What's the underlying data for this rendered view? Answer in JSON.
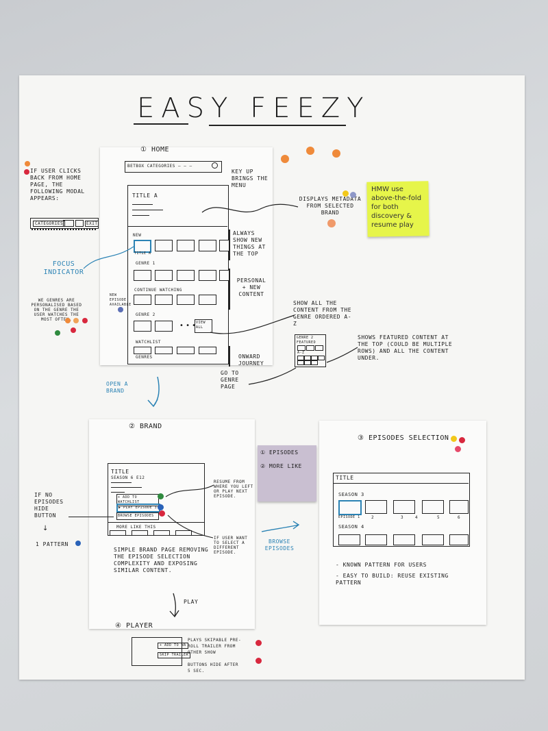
{
  "title": "EASY FEEZY",
  "home": {
    "heading": "① HOME",
    "search_bar": "BETBOX CATEGORIES — — —",
    "title_a": "TITLE A",
    "row_new": "NEW",
    "tile_label": "TITLE A",
    "row_genre1": "GENRE 1",
    "row_continue": "CONTINUE WATCHING",
    "row_genre2": "GENRE 2",
    "view_all": "VIEW ALL",
    "row_watchlist": "WATCHLIST",
    "row_genres": "GENRES",
    "new_episode": "NEW EPISODE AVAILABLE"
  },
  "notes": {
    "key_up": "KEY UP BRINGS THE MENU",
    "back_modal": "IF USER CLICKS BACK FROM HOME PAGE, THE FOLLOWING MODAL APPEARS:",
    "modal_categories": "CATEGORIES",
    "modal_exit": "EXIT",
    "displays_metadata": "DISPLAYS METADATA FROM SELECTED BRAND",
    "always_new": "ALWAYS SHOW NEW THINGS AT THE TOP",
    "personal": "PERSONAL + NEW CONTENT",
    "focus": "FOCUS INDICATOR",
    "genres_personalised": "WE GENRES ARE PERSONALISED BASED ON THE GENRE THE USER WATCHES THE MOST OFTEN.",
    "show_all": "SHOW ALL THE CONTENT FROM THE GENRE ORDERED A-Z",
    "genre2_featured": "GENRE 2 FEATURED",
    "a_z": "A-Z",
    "shows_featured": "SHOWS FEATURED CONTENT AT THE TOP (COULD BE MULTIPLE ROWS) AND ALL THE CONTENT UNDER.",
    "onward": "ONWARD JOURNEY",
    "go_genre": "GO TO GENRE PAGE",
    "open_brand": "OPEN A BRAND",
    "sticky": "HMW use above-the-fold for both discovery & resume play"
  },
  "brand": {
    "heading": "② BRAND",
    "title": "TITLE",
    "season": "SEASON 6 E12",
    "add_watchlist": "+ ADD TO WATCHLIST",
    "play_episode": "▶ PLAY EPISODE 3",
    "browse_episodes": "BROWSE EPISODES",
    "more_like": "MORE LIKE THIS",
    "resume_note": "RESUME FROM WHERE YOU LEFT OR PLAY NEXT EPISODE.",
    "select_note": "IF USER WANT TO SELECT A DIFFERENT EPISODE.",
    "no_episodes": "IF NO EPISODES HIDE BUTTON",
    "pattern": "1 PATTERN",
    "simple_brand": "SIMPLE BRAND PAGE REMOVING THE EPISODE SELECTION COMPLEXITY AND EXPOSING SIMILAR CONTENT.",
    "play_arrow": "PLAY"
  },
  "tabs_note": {
    "episodes": "① EPISODES",
    "more_like": "② MORE LIKE"
  },
  "browse_episodes_note": "BROWSE EPISODES",
  "episodes": {
    "heading": "③ EPISODES SELECTION",
    "title": "TITLE",
    "season3": "SEASON 3",
    "episode1": "EPISODE 1",
    "nums": [
      "2",
      "3",
      "4",
      "5",
      "6"
    ],
    "season4": "SEASON 4",
    "note1": "- KNOWN PATTERN FOR USERS",
    "note2": "- EASY TO BUILD: REUSE EXISTING PATTERN"
  },
  "player": {
    "heading": "④ PLAYER",
    "add_watch": "+ ADD TO WA",
    "skip_trailer": "SKIP TRAILER",
    "note1": "PLAYS SKIPABLE PRE-ROLL TRAILER FROM OTHER SHOW",
    "note2": "BUTTONS HIDE AFTER 5 SEC."
  },
  "colors": {
    "orange": "#ef8a3a",
    "red": "#d8283e",
    "blue": "#2a62b8",
    "green": "#2f8a3e",
    "yellow": "#f2c81a",
    "sticky": "#e6f54a",
    "lilac": "#c9bfd1"
  }
}
